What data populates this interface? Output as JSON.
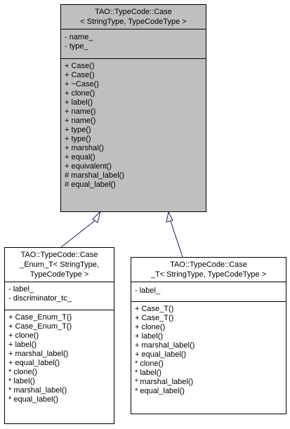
{
  "diagram": {
    "base_class": {
      "title": [
        "TAO::TypeCode::Case",
        "< StringType, TypeCodeType >"
      ],
      "attributes": [
        "- name_",
        "- type_"
      ],
      "methods": [
        "+ Case()",
        "+ Case()",
        "+ ~Case()",
        "+ clone()",
        "+ label()",
        "+ name()",
        "+ name()",
        "+ type()",
        "+ type()",
        "+ marshal()",
        "+ equal()",
        "+ equivalent()",
        "# marshal_label()",
        "# equal_label()"
      ]
    },
    "left_class": {
      "title": [
        "TAO::TypeCode::Case",
        "_Enum_T< StringType,",
        "TypeCodeType >"
      ],
      "attributes": [
        "- label_",
        "- discriminator_tc_"
      ],
      "methods": [
        "+ Case_Enum_T()",
        "+ Case_Enum_T()",
        "+ clone()",
        "+ label()",
        "+ marshal_label()",
        "+ equal_label()",
        "* clone()",
        "* label()",
        "* marshal_label()",
        "* equal_label()"
      ]
    },
    "right_class": {
      "title": [
        "TAO::TypeCode::Case",
        "_T< StringType, TypeCodeType >"
      ],
      "attributes": [
        "- label_"
      ],
      "methods": [
        "+ Case_T()",
        "+ Case_T()",
        "+ clone()",
        "+ label()",
        "+ marshal_label()",
        "+ equal_label()",
        "* clone()",
        "* label()",
        "* marshal_label()",
        "* equal_label()"
      ]
    },
    "colors": {
      "base_fill": "#bfbfbf",
      "derived_fill": "#ffffff",
      "edge_stroke": "#191970"
    }
  }
}
